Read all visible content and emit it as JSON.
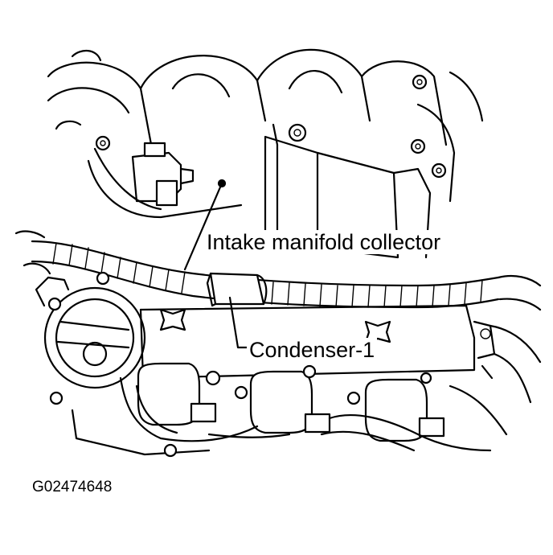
{
  "labels": {
    "intake_manifold_collector": "Intake manifold collector",
    "condenser": "Condenser-1"
  },
  "figure_id": "G02474648",
  "colors": {
    "ink": "#000000",
    "paper": "#ffffff"
  }
}
